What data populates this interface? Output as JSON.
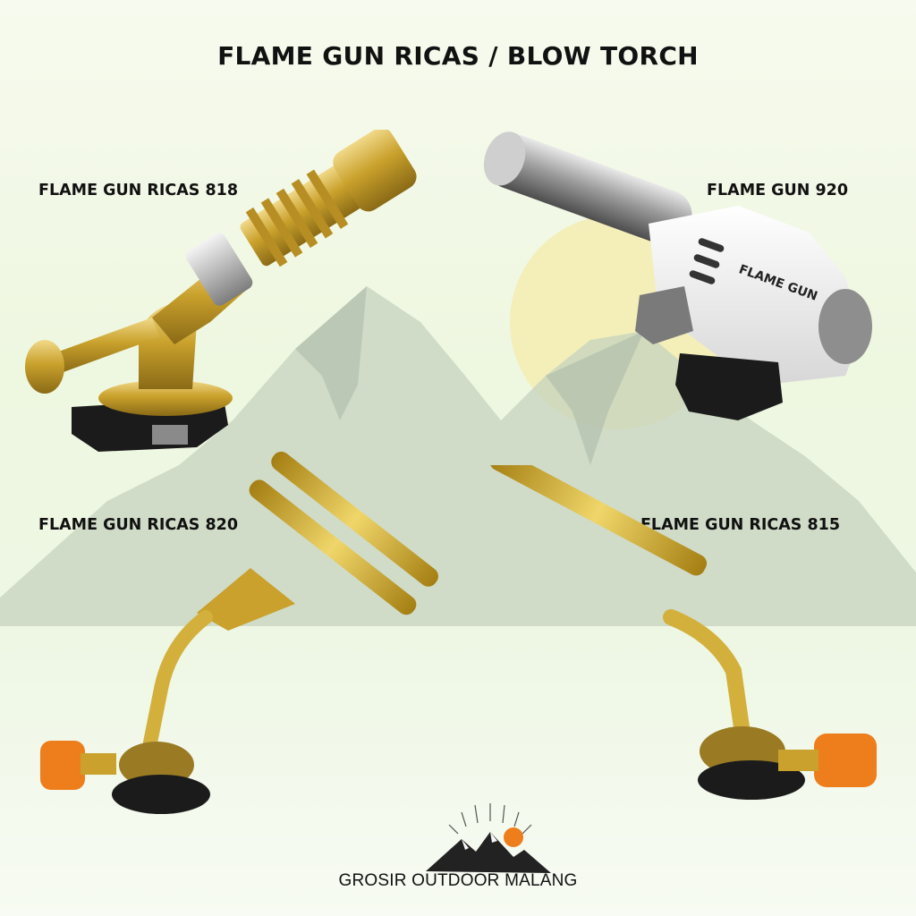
{
  "title": "FLAME GUN RICAS / BLOW TORCH",
  "products": [
    {
      "label": "FLAME GUN RICAS 818",
      "icon": "brass-torch-818-icon"
    },
    {
      "label": "FLAME GUN 920",
      "icon": "white-torch-920-icon",
      "body_print": "FLAME GUN"
    },
    {
      "label": "FLAME GUN RICAS 820",
      "icon": "double-pipe-torch-820-icon"
    },
    {
      "label": "FLAME GUN RICAS 815",
      "icon": "single-pipe-torch-815-icon"
    }
  ],
  "brand": {
    "name": "GROSIR OUTDOOR MALANG",
    "icon": "mountain-sun-logo-icon"
  },
  "colors": {
    "brass": "#c9a12c",
    "knob_orange": "#ee7d1c",
    "torch_white": "#f4f4f4",
    "mountain": "#b9c8b4",
    "sun": "#f6edb4"
  }
}
